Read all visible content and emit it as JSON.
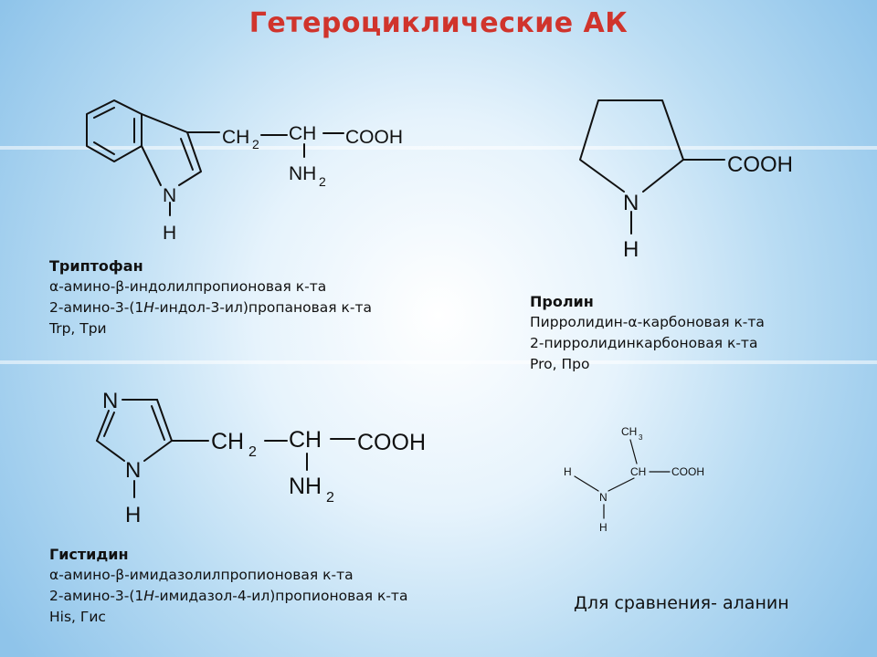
{
  "title": "Гетероциклические АК",
  "tryptophan": {
    "name": "Триптофан",
    "line1_a": "α",
    "line1_b": "-амино-",
    "line1_c": "β",
    "line1_d": "-индолилпропионовая к-та",
    "line2_a": "2-амино-3-(1",
    "line2_h": "H",
    "line2_b": "-индол-3-ил)пропановая к-та",
    "abbr": "Trp, Три",
    "formula": {
      "ch2": "CH",
      "sub2": "2",
      "ch": "CH",
      "cooh": "COOH",
      "nh2": "NH",
      "n": "N",
      "h": "H"
    }
  },
  "proline": {
    "name": "Пролин",
    "line1_a": "Пирролидин-",
    "line1_b": "α",
    "line1_c": "-карбоновая к-та",
    "line2": "2-пирролидинкарбоновая к-та",
    "abbr": "Pro, Про",
    "formula": {
      "cooh": "COOH",
      "n": "N",
      "h": "H"
    }
  },
  "histidine": {
    "name": "Гистидин",
    "line1_a": "α",
    "line1_b": "-амино-",
    "line1_c": "β",
    "line1_d": "-имидазолилпропионовая к-та",
    "line2_a": "2-амино-3-(1",
    "line2_h": "H",
    "line2_b": "-имидазол-4-ил)пропионовая к-та",
    "abbr": "His, Гис",
    "formula": {
      "n_top": "N",
      "ch2": "CH",
      "sub2": "2",
      "ch": "CH",
      "cooh": "COOH",
      "nh2": "NH",
      "n": "N",
      "h": "H"
    }
  },
  "alanine": {
    "formula": {
      "ch3": "CH",
      "sub3": "3",
      "h_left": "H",
      "ch": "CH",
      "cooh": "COOH",
      "n": "N",
      "h": "H"
    }
  },
  "note": "Для сравнения- аланин"
}
